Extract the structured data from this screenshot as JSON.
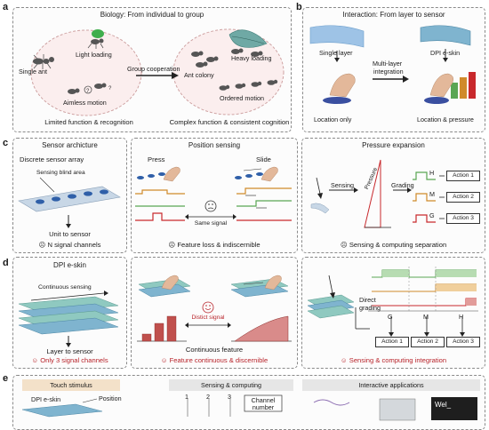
{
  "panels": {
    "a": {
      "letter": "a",
      "title": "Biology: From individual to group",
      "labels": {
        "single_ant": "Single ant",
        "light_loading": "Light loading",
        "aimless_motion": "Aimless motion",
        "limited": "Limited function & recognition",
        "group_coop": "Group cooperation",
        "ant_colony": "Ant colony",
        "heavy_loading": "Heavy loading",
        "ordered_motion": "Ordered motion",
        "complex": "Complex function & consistent cognition"
      }
    },
    "b": {
      "letter": "b",
      "title": "Interaction: From layer to sensor",
      "labels": {
        "single_layer": "Single layer",
        "location_only": "Location only",
        "multi_layer": "Multi-layer",
        "integration": "integration",
        "dpi_eskin": "DPI e-skin",
        "loc_pressure": "Location & pressure"
      }
    },
    "c": {
      "letter": "c",
      "sensor": {
        "title": "Sensor archicture",
        "subtitle": "Discrete sensor array",
        "blind": "Sensing blind area",
        "unit": "Unit to sensor",
        "channels": "N signal channels"
      },
      "position": {
        "title": "Position sensing",
        "press": "Press",
        "slide": "Slide",
        "same": "Same signal",
        "footer": "Feature loss & indiscernible"
      },
      "pressure": {
        "title": "Pressure expansion",
        "sensing": "Sensing",
        "pressure": "Pressure",
        "grading": "Grading",
        "levels": [
          "H",
          "M",
          "G"
        ],
        "actions": [
          "Action 1",
          "Action 2",
          "Action 3"
        ],
        "footer": "Sensing & computing separation"
      }
    },
    "d": {
      "letter": "d",
      "sensor": {
        "title": "DPI e-skin",
        "continuous": "Continuous sensing",
        "layer": "Layer to sensor",
        "channels": "Only 3 signal channels"
      },
      "position": {
        "distinct": "Distict signal",
        "feature": "Continuous feature",
        "footer": "Feature continuous & discernible"
      },
      "pressure": {
        "direct": "Direct",
        "grading": "grading",
        "levels": [
          "G",
          "M",
          "H"
        ],
        "actions": [
          "Action 1",
          "Action 2",
          "Action 3"
        ],
        "footer": "Sensing & computing integration"
      }
    },
    "e": {
      "letter": "e",
      "touch": "Touch stimulus",
      "dpi": "DPI e-skin",
      "position": "Position",
      "sensing": "Sensing & computing",
      "numbers": [
        "1",
        "2",
        "3"
      ],
      "channel": "Channel",
      "number": "number",
      "interactive": "Interactive applications",
      "screen": "Wel_"
    }
  },
  "colors": {
    "blue": "#3f6fb3",
    "green": "#5aa653",
    "orange": "#d08a2a",
    "red": "#c8282c",
    "pink": "#c0504d",
    "teal": "#8fc9c0"
  }
}
